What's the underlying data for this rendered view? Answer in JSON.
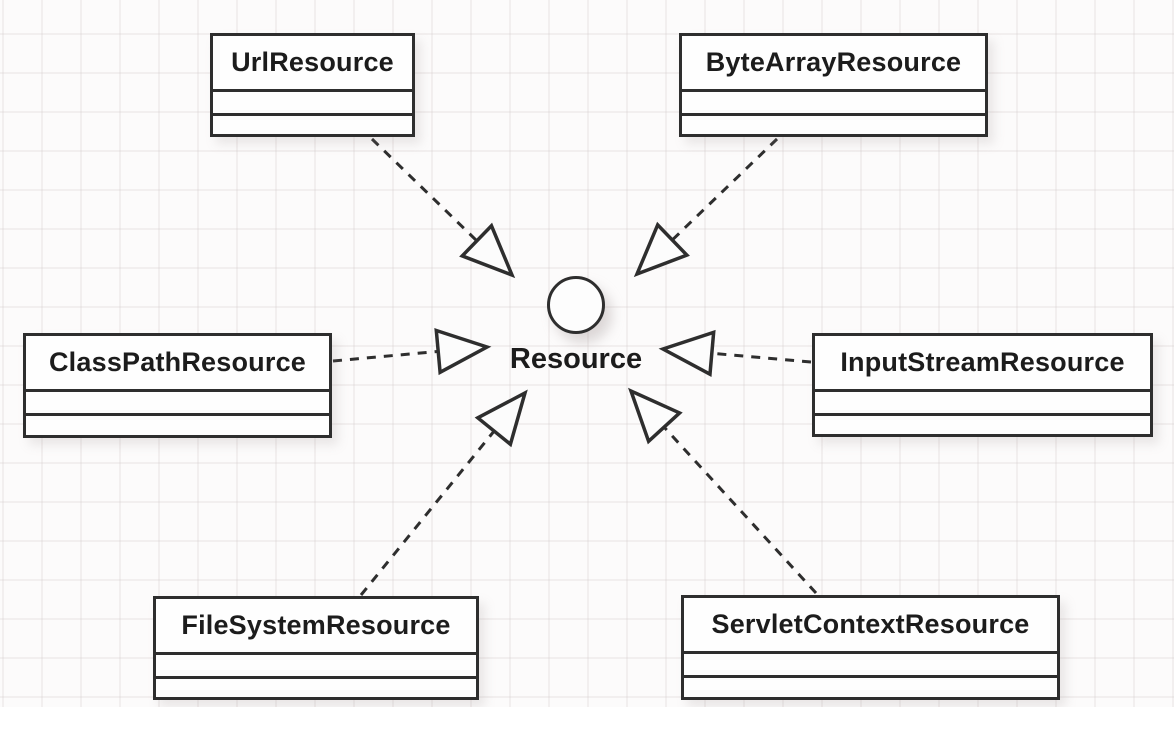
{
  "diagram": {
    "type": "uml-class-diagram",
    "interface": {
      "name": "Resource",
      "notation": "lollipop-circle"
    },
    "classes": [
      {
        "label": "UrlResource"
      },
      {
        "label": "ByteArrayResource"
      },
      {
        "label": "ClassPathResource"
      },
      {
        "label": "InputStreamResource"
      },
      {
        "label": "FileSystemResource"
      },
      {
        "label": "ServletContextResource"
      }
    ],
    "relations": [
      {
        "from": "UrlResource",
        "to": "Resource",
        "type": "realization",
        "line": "dashed",
        "arrowhead": "open-triangle"
      },
      {
        "from": "ByteArrayResource",
        "to": "Resource",
        "type": "realization",
        "line": "dashed",
        "arrowhead": "open-triangle"
      },
      {
        "from": "ClassPathResource",
        "to": "Resource",
        "type": "realization",
        "line": "dashed",
        "arrowhead": "open-triangle"
      },
      {
        "from": "InputStreamResource",
        "to": "Resource",
        "type": "realization",
        "line": "dashed",
        "arrowhead": "open-triangle"
      },
      {
        "from": "FileSystemResource",
        "to": "Resource",
        "type": "realization",
        "line": "dashed",
        "arrowhead": "open-triangle"
      },
      {
        "from": "ServletContextResource",
        "to": "Resource",
        "type": "realization",
        "line": "dashed",
        "arrowhead": "open-triangle"
      }
    ],
    "colors": {
      "stroke": "#2e2e2e",
      "box_fill": "#fefefe",
      "background": "#fcfbfb",
      "grid_line": "#f2eeee",
      "text": "#1c1c1c"
    }
  }
}
